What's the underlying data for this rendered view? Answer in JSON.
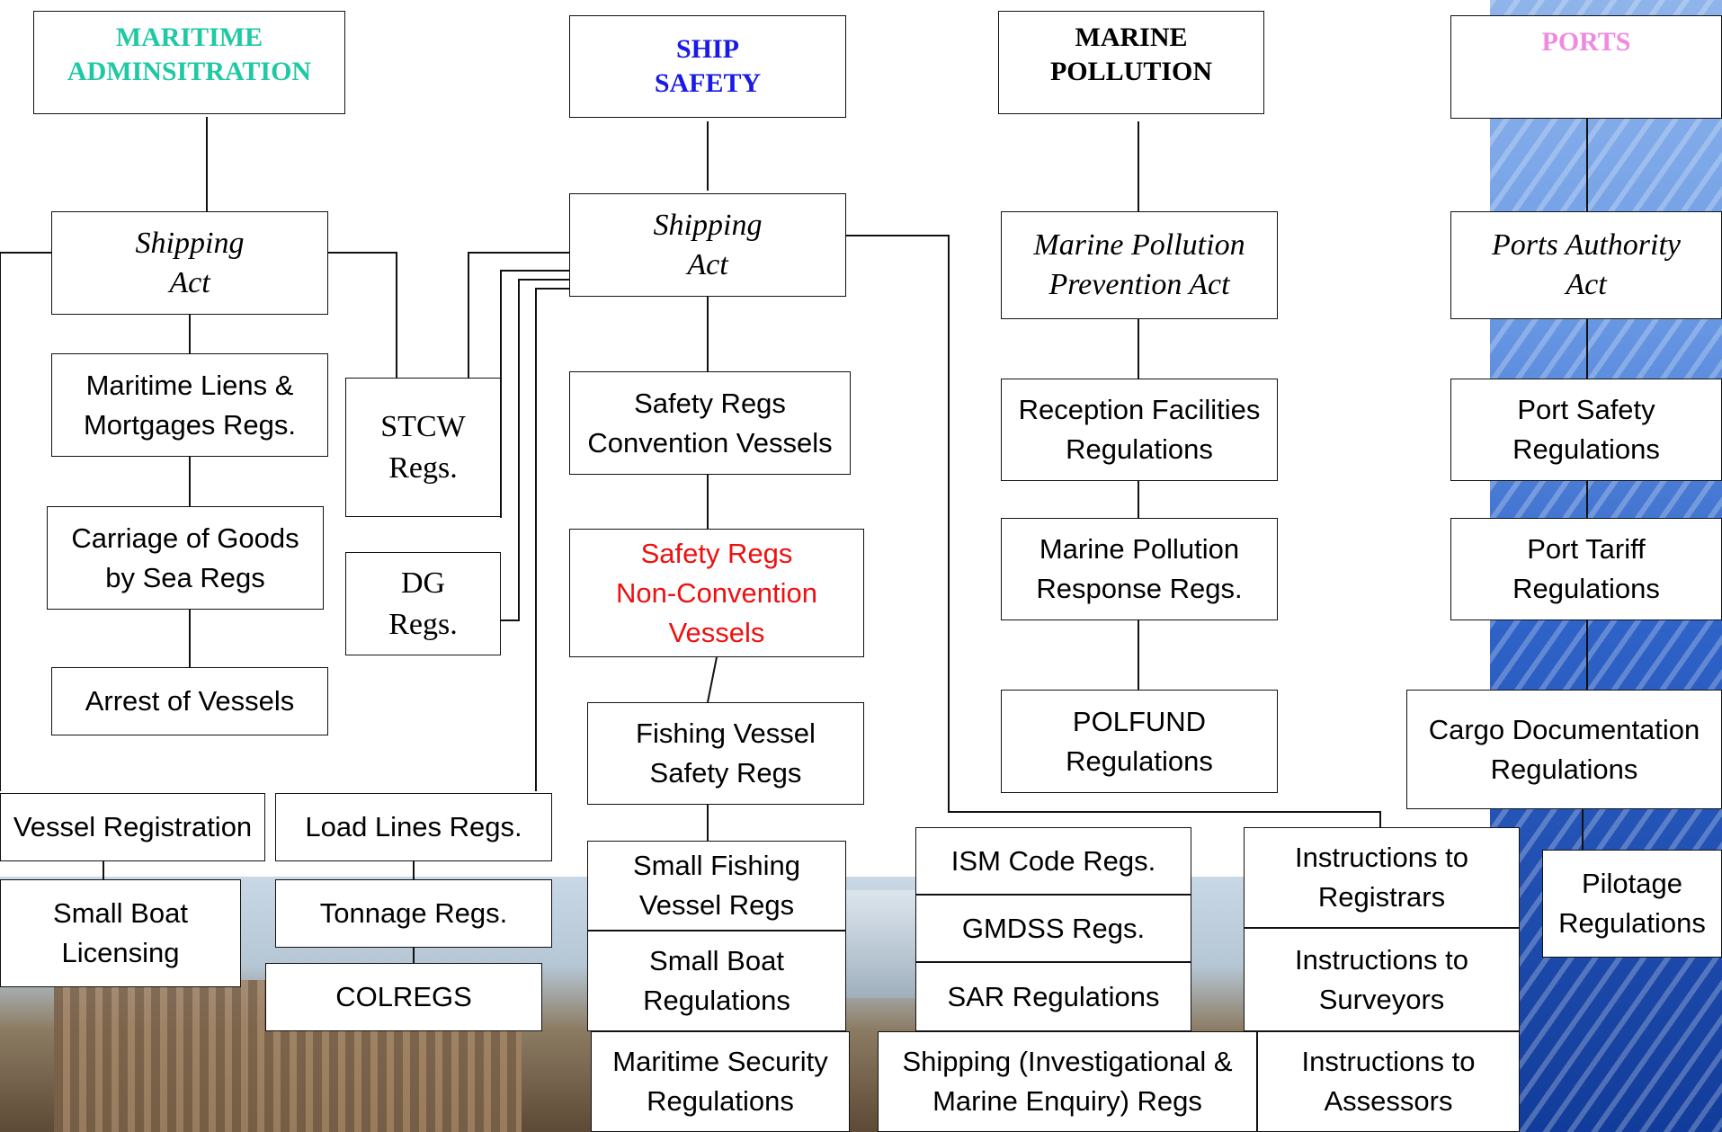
{
  "colors": {
    "maritime_admin": "#1fc9a3",
    "ship_safety": "#1a1ae6",
    "marine_pollution": "#000000",
    "ports": "#f08ae0",
    "non_convention": "#ee1111"
  },
  "headers": {
    "maritime_admin": "MARITIME\nADMINSITRATION",
    "ship_safety": "SHIP\nSAFETY",
    "marine_pollution": "MARINE\nPOLLUTION",
    "ports": "PORTS"
  },
  "acts": {
    "shipping_act_left": "Shipping\nAct",
    "shipping_act_center": "Shipping\nAct",
    "mpp_act": "Marine Pollution\nPrevention Act",
    "ports_act": "Ports Authority\nAct"
  },
  "regs": {
    "liens": "Maritime Liens &\nMortgages Regs.",
    "carriage": "Carriage of Goods\nby Sea Regs",
    "arrest": "Arrest of Vessels",
    "stcw": "STCW\nRegs.",
    "dg": "DG\nRegs.",
    "vessel_registration": "Vessel Registration",
    "small_boat_licensing": "Small Boat\nLicensing",
    "load_lines": "Load Lines Regs.",
    "tonnage": "Tonnage Regs.",
    "colregs": "COLREGS",
    "safety_convention": "Safety Regs\nConvention Vessels",
    "safety_nonconvention": "Safety Regs\nNon-Convention\nVessels",
    "fishing_vessel": "Fishing Vessel\nSafety Regs",
    "small_fishing": "Small Fishing\nVessel Regs",
    "small_boat_regs": "Small Boat\nRegulations",
    "maritime_security": "Maritime Security\nRegulations",
    "ism": "ISM Code Regs.",
    "gmdss": "GMDSS Regs.",
    "sar": "SAR Regulations",
    "investigational": "Shipping (Investigational &\nMarine Enquiry) Regs",
    "instr_registrars": "Instructions to\nRegistrars",
    "instr_surveyors": "Instructions to\nSurveyors",
    "instr_assessors": "Instructions to\nAssessors",
    "reception": "Reception Facilities\nRegulations",
    "mp_response": "Marine Pollution\nResponse Regs.",
    "polfund": "POLFUND\nRegulations",
    "port_safety": "Port Safety\nRegulations",
    "port_tariff": "Port Tariff\nRegulations",
    "cargo_doc": "Cargo Documentation\nRegulations",
    "pilotage": "Pilotage\nRegulations"
  }
}
